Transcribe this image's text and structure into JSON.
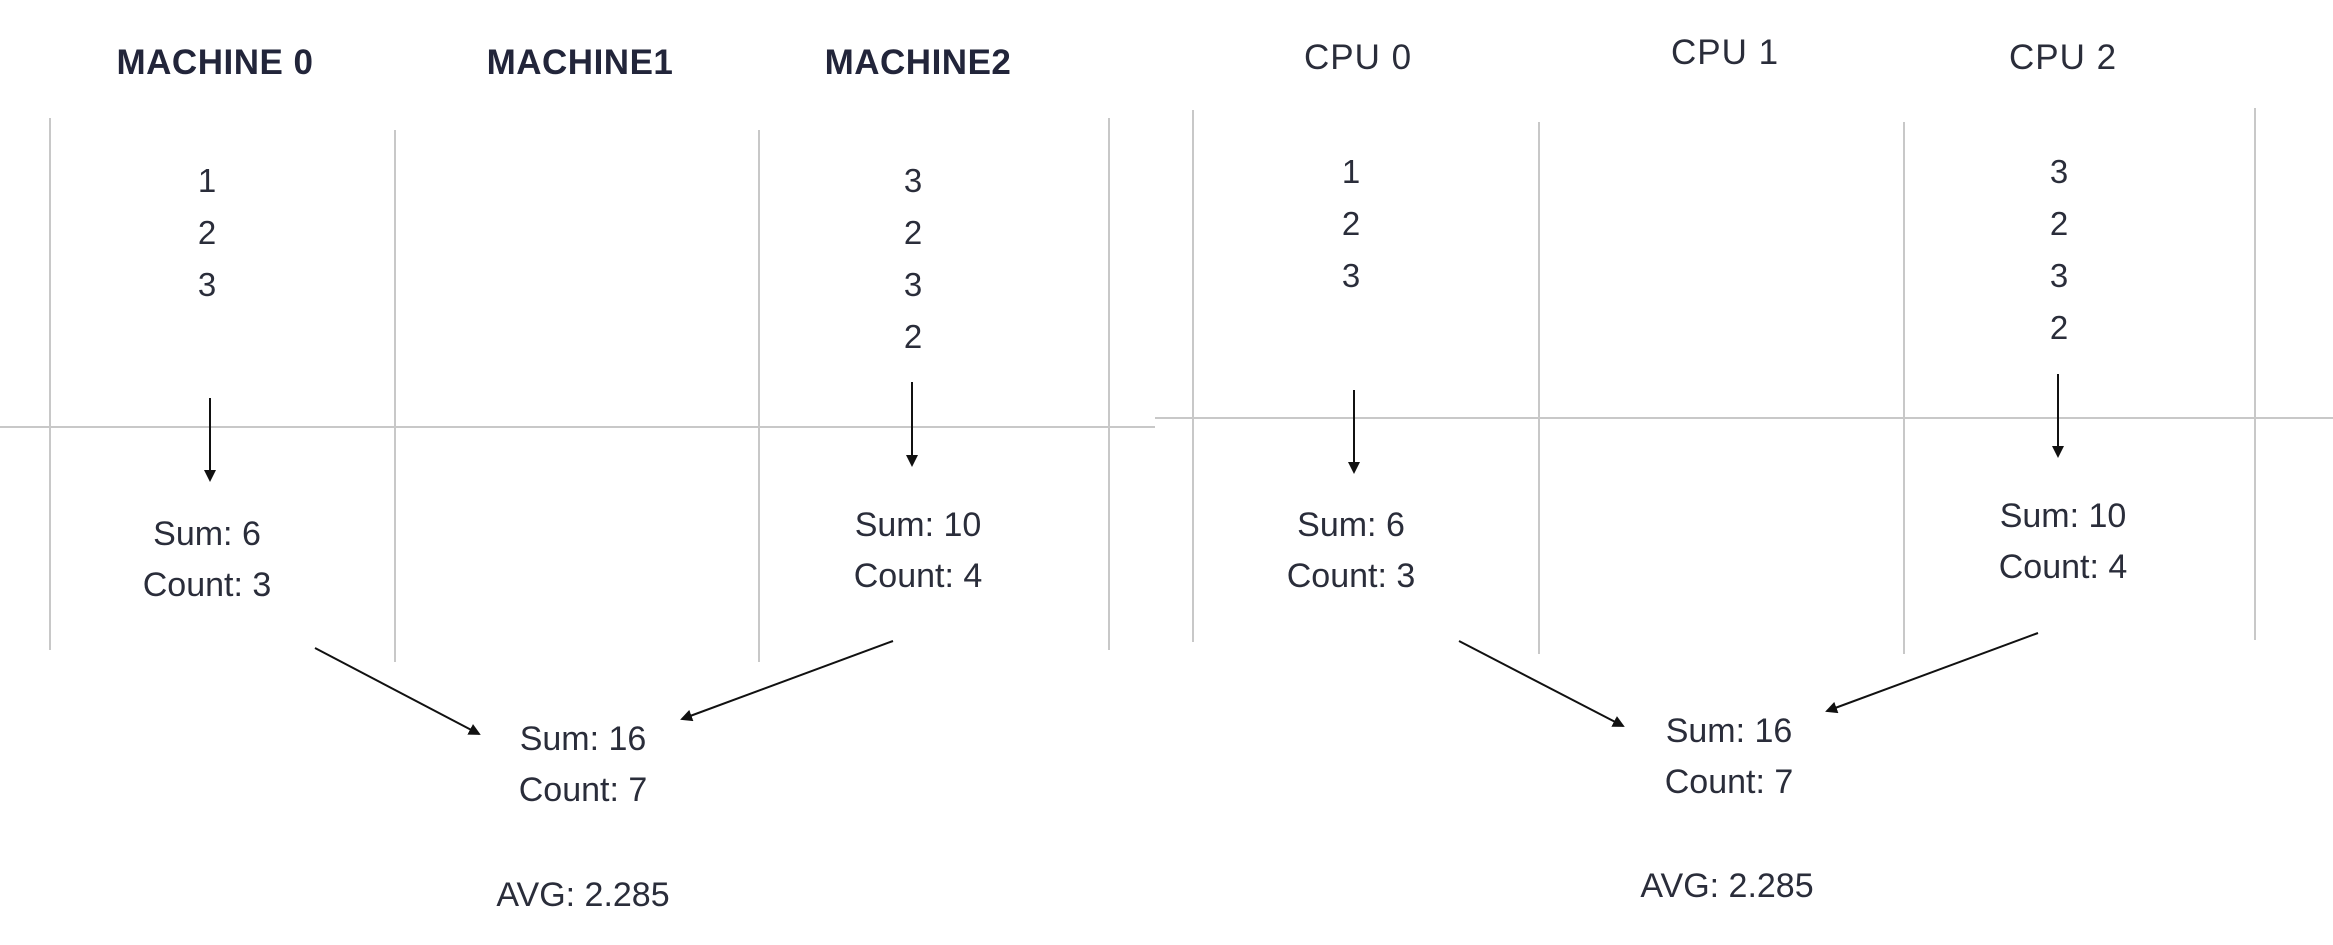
{
  "diagrams": [
    {
      "columns": [
        {
          "header": "MACHINE 0",
          "values": [
            "1",
            "2",
            "3"
          ],
          "sum": "Sum: 6",
          "count": "Count: 3"
        },
        {
          "header": "MACHINE1",
          "values": [],
          "sum": "",
          "count": ""
        },
        {
          "header": "MACHINE2",
          "values": [
            "3",
            "2",
            "3",
            "2"
          ],
          "sum": "Sum: 10",
          "count": "Count: 4"
        }
      ],
      "total": {
        "sum": "Sum: 16",
        "count": "Count: 7"
      },
      "avg": "AVG: 2.285"
    },
    {
      "columns": [
        {
          "header": "CPU 0",
          "values": [
            "1",
            "2",
            "3"
          ],
          "sum": "Sum: 6",
          "count": "Count: 3"
        },
        {
          "header": "CPU 1",
          "values": [],
          "sum": "",
          "count": ""
        },
        {
          "header": "CPU 2",
          "values": [
            "3",
            "2",
            "3",
            "2"
          ],
          "sum": "Sum: 10",
          "count": "Count: 4"
        }
      ],
      "total": {
        "sum": "Sum: 16",
        "count": "Count: 7"
      },
      "avg": "AVG: 2.285"
    }
  ]
}
